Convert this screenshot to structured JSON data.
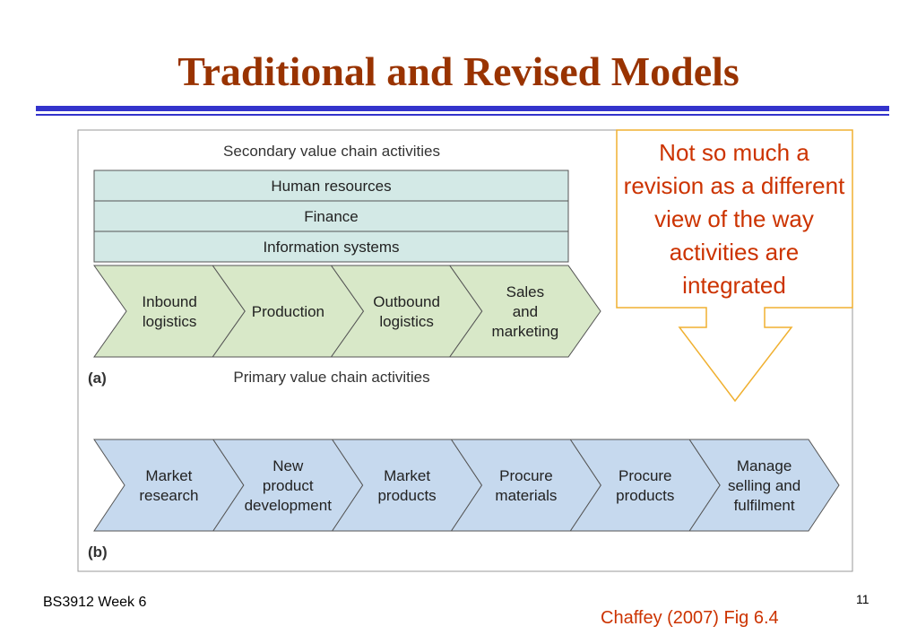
{
  "slide": {
    "title": "Traditional and Revised Models",
    "footer_left": "BS3912 Week 6",
    "page_number": "11",
    "source": "Chaffey (2007) Fig 6.4"
  },
  "callout": {
    "text": "Not so much a revision as a different view of the way activities are integrated"
  },
  "diagram_a": {
    "secondary_heading": "Secondary value chain activities",
    "support_rows": [
      "Human resources",
      "Finance",
      "Information systems"
    ],
    "primary": [
      [
        "Inbound",
        "logistics"
      ],
      [
        "Production"
      ],
      [
        "Outbound",
        "logistics"
      ],
      [
        "Sales",
        "and",
        "marketing"
      ]
    ],
    "panel_label": "(a)",
    "primary_heading": "Primary value chain activities"
  },
  "diagram_b": {
    "activities": [
      [
        "Market",
        "research"
      ],
      [
        "New",
        "product",
        "development"
      ],
      [
        "Market",
        "products"
      ],
      [
        "Procure",
        "materials"
      ],
      [
        "Procure",
        "products"
      ],
      [
        "Manage",
        "selling and",
        "fulfilment"
      ]
    ],
    "panel_label": "(b)"
  },
  "colors": {
    "title": "#993300",
    "rule": "#3333cc",
    "support_fill": "#d3e9e6",
    "primary_fill": "#d8e8c8",
    "revised_fill": "#c6d9ee",
    "callout_text": "#cc3300",
    "callout_border": "#f0b030"
  }
}
